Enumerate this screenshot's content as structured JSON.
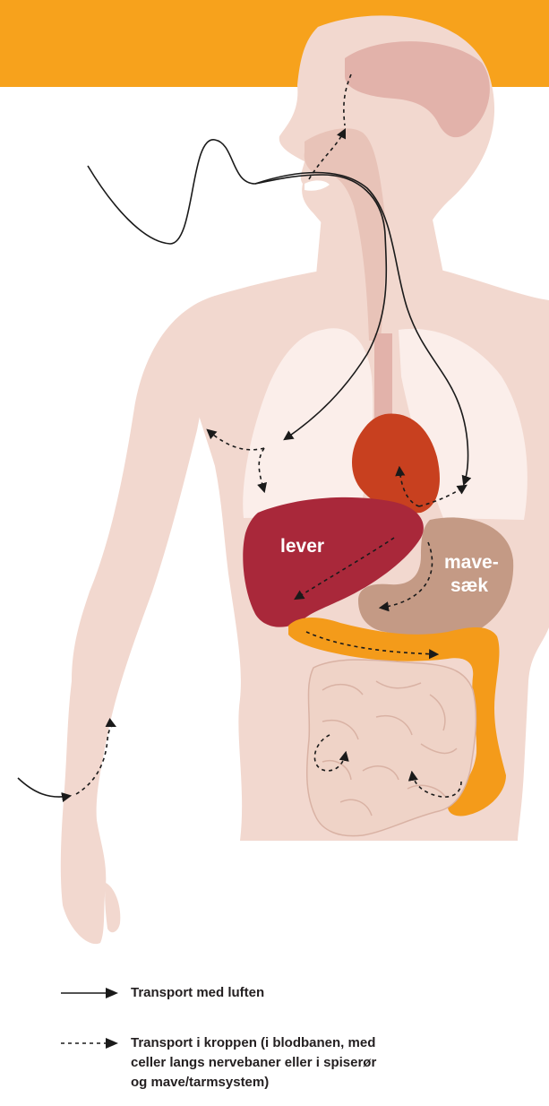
{
  "labels": {
    "liver": "lever",
    "stomach_line1": "mave-",
    "stomach_line2": "sæk"
  },
  "legend": {
    "air_transport": "Transport med luften",
    "body_transport_line1": "Transport i kroppen (i blodbanen, med",
    "body_transport_line2": "celler langs nervebaner eller i spiserør",
    "body_transport_line3": "og mave/tarmsystem)"
  },
  "colors": {
    "banner": "#f7a21c",
    "skin": "#f2d8cf",
    "lungs": "#fbeeea",
    "heart": "#c8401f",
    "liver": "#a9283a",
    "stomach": "#c49a85",
    "colon": "#f49b1a",
    "small_intestine": "#efd3c7",
    "arrow": "#1a1a1a"
  }
}
